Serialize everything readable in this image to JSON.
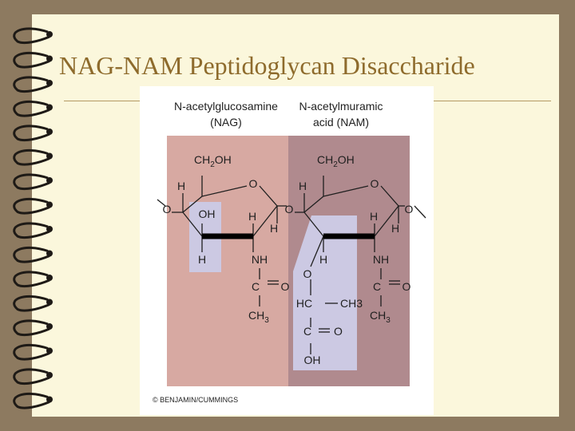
{
  "slide": {
    "title": "NAG-NAM Peptidoglycan Disaccharide",
    "colors": {
      "background": "#8d7a60",
      "paper": "#fbf7dc",
      "title": "#8e6b2c",
      "nag_panel": "#d7a9a2",
      "nam_panel": "#b08a8e",
      "highlight": "#ccc9e3"
    }
  },
  "figure": {
    "nag_heading": [
      "N-acetylglucosamine",
      "(NAG)"
    ],
    "nam_heading": [
      "N-acetylmuramic",
      "acid (NAM)"
    ],
    "credit": "© BENJAMIN/CUMMINGS",
    "nag": {
      "ch2oh": "CH2OH",
      "ring_o": "O",
      "h_top_left": "H",
      "oh": "OH",
      "h_mid": "H",
      "h_mid2": "H",
      "h_bottom": "H",
      "nh": "NH",
      "c": "C",
      "o_carbonyl": "O",
      "ch3": "CH3"
    },
    "nam": {
      "ch2oh": "CH2OH",
      "ring_o": "O",
      "h_top_left": "H",
      "h_mid": "H",
      "h_mid2": "H",
      "h_bottom": "H",
      "nh": "NH",
      "c": "C",
      "o_carbonyl": "O",
      "ch3": "CH3",
      "lactyl_o": "O",
      "hc": "HC",
      "lactyl_ch3": "CH3",
      "lactyl_c": "C",
      "lactyl_o2": "O",
      "lactyl_oh": "OH"
    },
    "glycosidic_o_left": "O",
    "glycosidic_o_mid": "O",
    "glycosidic_o_right": "O"
  }
}
